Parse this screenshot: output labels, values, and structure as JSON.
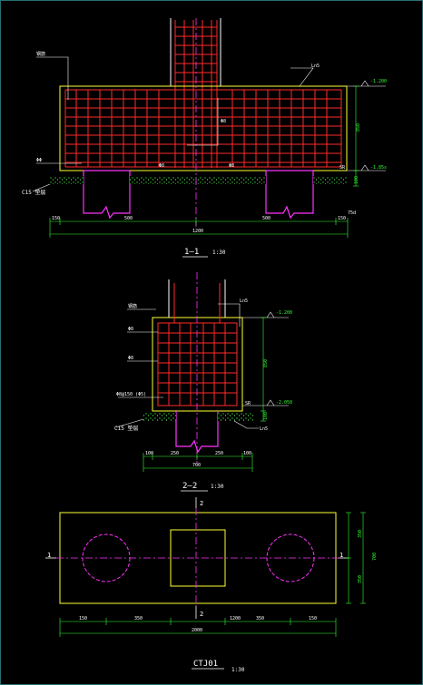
{
  "colors": {
    "background": "#000000",
    "outline": "#ffff33",
    "rebar": "#ff2a2a",
    "pile": "#ff33ff",
    "centerline": "#ff33ff",
    "dimension": "#33ff33",
    "text": "#ffffff",
    "column": "#ffffff"
  },
  "section1": {
    "callouts": {
      "top_left": "钢筋",
      "top_right": "Ln5",
      "mid": "Φ8",
      "left_bottom": "ΦΦ",
      "bottom_a": "Φ8",
      "bottom_b": "Φ8",
      "cushion": "C15 垫层"
    },
    "elevations": {
      "top": "-1.200",
      "bottom": "-1.85s"
    },
    "right_dims": {
      "upper": "850",
      "lower": "100",
      "sr": "SR"
    },
    "bottom_dims": {
      "d1": "150",
      "d2": "500",
      "d3": "500",
      "d4": "150",
      "total": "1200"
    },
    "right_note": "75d",
    "title": "1—1",
    "scale": "1:30"
  },
  "section2": {
    "callouts": {
      "top_right": "Ln5",
      "l1": "钢筋",
      "l2": "Φ8",
      "l3": "Φ8",
      "l4": "Φ8@150 (Φ5)",
      "cushion": "C15 垫层"
    },
    "elevations": {
      "top": "-1.200",
      "bottom": "-2.050"
    },
    "right_dims": {
      "upper": "850",
      "sr": "SR",
      "lower": "100"
    },
    "bottom_dims": {
      "d1": "100",
      "d2": "250",
      "d3": "250",
      "d4": "100",
      "total": "700"
    },
    "right_note": "Ln5",
    "title": "2—2",
    "scale": "1:30"
  },
  "plan": {
    "section_marks": {
      "left": "1",
      "right": "1",
      "top": "2",
      "bottom": "2"
    },
    "right_dims": {
      "a": "350",
      "b": "350",
      "total": "700"
    },
    "bottom_dims": {
      "d1": "150",
      "d2": "350",
      "d3": "1200",
      "d4": "350",
      "d5": "150",
      "total": "2000"
    },
    "title": "CTJ01",
    "scale": "1:30"
  }
}
